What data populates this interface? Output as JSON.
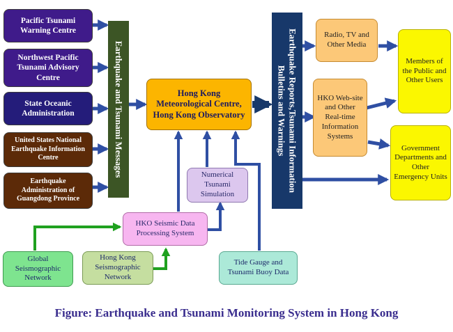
{
  "sources": {
    "ptwc": "Pacific Tsunami Warning Centre",
    "nwpta": "Northwest Pacific Tsunami Advisory Centre",
    "soa": "State Oceanic Administration",
    "usneic": "United States National Earthquake Information Centre",
    "eagp": "Earthquake Administration of Guangdong Province"
  },
  "bars": {
    "messages": "Earthquake and Tsunami Messages",
    "reports": [
      "Earthquake Reports,Tsunami Information",
      "Bulletins and Warnings"
    ]
  },
  "center": "Hong Kong Meteorological Centre, Hong Kong Observatory",
  "processing": {
    "numerical": "Numerical Tsunami Simulation",
    "seismic": "HKO Seismic Data Processing System"
  },
  "inputs": {
    "global": "Global Seismographic Network",
    "hk": "Hong Kong Seismographic Network",
    "tide": "Tide Gauge and Tsunami Buoy Data"
  },
  "outputs": {
    "media": "Radio, TV and Other Media",
    "web": "HKO Web-site and Other Real-time Information Systems",
    "public": "Members of the Public and Other Users",
    "gov": "Government Departments and Other Emergency Units"
  },
  "caption": "Figure: Earthquake and Tsunami Monitoring System in Hong Kong",
  "colors": {
    "blue_arrow": "#2f4fa3",
    "green_arrow": "#1fa11f",
    "navy_arrow": "#17386a"
  }
}
